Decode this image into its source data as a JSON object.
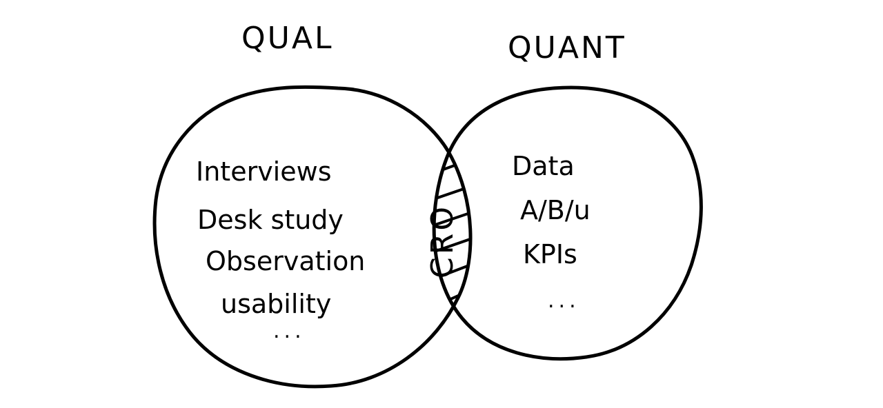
{
  "left_set": {
    "title": "QUAL",
    "items": [
      "Interviews",
      "Desk study",
      "Observation",
      "usability",
      "..."
    ]
  },
  "right_set": {
    "title": "QUANT",
    "items": [
      "Data",
      "A/B/u",
      "KPIs",
      "..."
    ]
  },
  "intersection": {
    "label": "CRO"
  },
  "colors": {
    "ink": "#000000",
    "background": "#ffffff"
  }
}
